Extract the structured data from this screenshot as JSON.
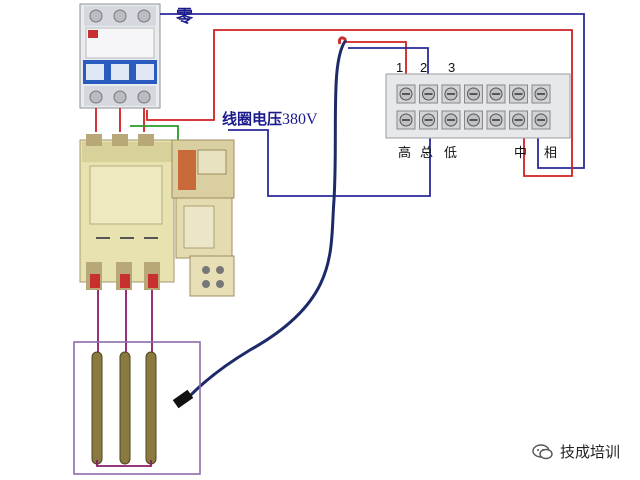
{
  "labels": {
    "neutral": "零",
    "coil_voltage": "线圈电压",
    "coil_voltage_value": "380V",
    "terminal_numbers": [
      "1",
      "2",
      "3"
    ],
    "high": "高",
    "common": "总",
    "low": "低",
    "middle": "中",
    "phase": "相"
  },
  "watermark": {
    "text": "技成培训",
    "icon": "wechat-bubble-icon"
  },
  "colors": {
    "red_wire": "#d02020",
    "blue_wire": "#2a2a9a",
    "green_wire": "#2a9a2a",
    "label_blue": "#1a1a8c"
  }
}
